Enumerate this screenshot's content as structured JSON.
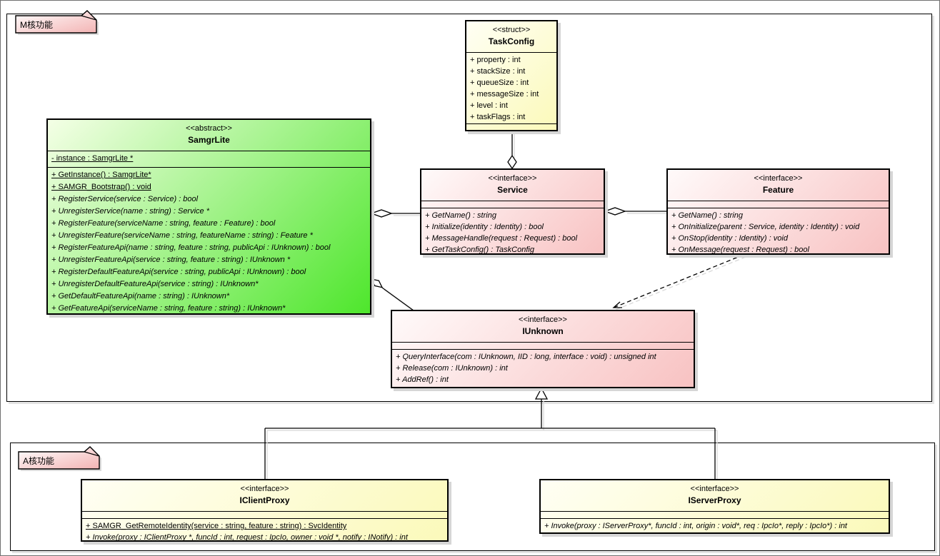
{
  "diagram": {
    "title": "SAMGR UML class diagram",
    "colors": {
      "green_from": "#f4ffe6",
      "green_to": "#4ee62c",
      "pink_from": "#fffafa",
      "pink_to": "#f8c2c2",
      "yellow_from": "#fffff4",
      "yellow_to": "#fbf9ba",
      "note_from": "#ffffff",
      "note_to": "#f3b4b4",
      "border": "#000000",
      "shadow": "#d6d6d6"
    },
    "frames": {
      "m": {
        "note_label": "M核功能"
      },
      "a": {
        "note_label": "A核功能"
      }
    },
    "classes": {
      "taskConfig": {
        "stereotype": "<<struct>>",
        "name": "TaskConfig",
        "attributes": [
          {
            "text": "+ property : int",
            "style": "plain"
          },
          {
            "text": "+ stackSize : int",
            "style": "plain"
          },
          {
            "text": "+ queueSize : int",
            "style": "plain"
          },
          {
            "text": "+ messageSize : int",
            "style": "plain"
          },
          {
            "text": "+ level : int",
            "style": "plain"
          },
          {
            "text": "+ taskFlags : int",
            "style": "plain"
          }
        ],
        "methods": []
      },
      "samgrLite": {
        "stereotype": "<<abstract>>",
        "name": "SamgrLite",
        "attributes": [
          {
            "text": "- instance : SamgrLite *",
            "style": "static"
          }
        ],
        "methods": [
          {
            "text": "+ GetInstance() : SamgrLite*",
            "style": "static"
          },
          {
            "text": "+ SAMGR_Bootstrap() : void",
            "style": "static"
          },
          {
            "text": "+ RegisterService(service : Service) : bool",
            "style": "abstract"
          },
          {
            "text": "+ UnregisterService(name : string) : Service *",
            "style": "abstract"
          },
          {
            "text": "+ RegisterFeature(serviceName : string, feature : Feature) : bool",
            "style": "abstract"
          },
          {
            "text": "+ UnregisterFeature(serviceName : string, featureName : string) : Feature *",
            "style": "abstract"
          },
          {
            "text": "+ RegisterFeatureApi(name : string, feature : string, publicApi : IUnknown) : bool",
            "style": "abstract"
          },
          {
            "text": "+ UnregisterFeatureApi(service : string, feature : string) : IUnknown *",
            "style": "abstract"
          },
          {
            "text": "+ RegisterDefaultFeatureApi(service : string, publicApi : IUnknown) : bool",
            "style": "abstract"
          },
          {
            "text": "+ UnregisterDefaultFeatureApi(service : string) : IUnknown*",
            "style": "abstract"
          },
          {
            "text": "+ GetDefaultFeatureApi(name : string) : IUnknown*",
            "style": "abstract"
          },
          {
            "text": "+ GetFeatureApi(serviceName : string, feature : string) : IUnknown*",
            "style": "abstract"
          }
        ]
      },
      "service": {
        "stereotype": "<<interface>>",
        "name": "Service",
        "attributes": [],
        "methods": [
          {
            "text": "+ GetName() : string",
            "style": "abstract"
          },
          {
            "text": "+ Initialize(identity : Identity) : bool",
            "style": "abstract"
          },
          {
            "text": "+ MessageHandle(request : Request) : bool",
            "style": "abstract"
          },
          {
            "text": "+ GetTaskConfig() : TaskConfig",
            "style": "abstract"
          }
        ]
      },
      "feature": {
        "stereotype": "<<interface>>",
        "name": "Feature",
        "attributes": [],
        "methods": [
          {
            "text": "+ GetName() : string",
            "style": "abstract"
          },
          {
            "text": "+ OnInitialize(parent : Service, identity : Identity) : void",
            "style": "abstract"
          },
          {
            "text": "+ OnStop(identity : Identity) : void",
            "style": "abstract"
          },
          {
            "text": "+ OnMessage(request : Request) : bool",
            "style": "abstract"
          }
        ]
      },
      "iUnknown": {
        "stereotype": "<<interface>>",
        "name": "IUnknown",
        "attributes": [],
        "methods": [
          {
            "text": "+ QueryInterface(com : IUnknown, IID : long, interface : void) : unsigned int",
            "style": "abstract"
          },
          {
            "text": "+ Release(com : IUnknown) : int",
            "style": "abstract"
          },
          {
            "text": "+ AddRef() : int",
            "style": "abstract"
          }
        ]
      },
      "iClientProxy": {
        "stereotype": "<<interface>>",
        "name": "IClientProxy",
        "attributes": [],
        "methods": [
          {
            "text": "+ SAMGR_GetRemoteIdentity(service : string, feature : string) : SvcIdentity",
            "style": "static"
          },
          {
            "text": "+ Invoke(proxy : IClientProxy *, funcId : int, request : IpcIo, owner : void *, notify : INotify) : int",
            "style": "abstract"
          }
        ]
      },
      "iServerProxy": {
        "stereotype": "<<interface>>",
        "name": "IServerProxy",
        "attributes": [],
        "methods": [
          {
            "text": "+ Invoke(proxy : IServerProxy*, funcId : int, origin : void*, req : IpcIo*, reply : IpcIo*) : int",
            "style": "abstract"
          }
        ]
      }
    },
    "relationships": [
      {
        "from": "Service",
        "to": "TaskConfig",
        "type": "aggregation"
      },
      {
        "from": "SamgrLite",
        "to": "Service",
        "type": "aggregation"
      },
      {
        "from": "Service",
        "to": "Feature",
        "type": "aggregation"
      },
      {
        "from": "SamgrLite",
        "to": "IUnknown",
        "type": "aggregation"
      },
      {
        "from": "Feature",
        "to": "IUnknown",
        "type": "dependency"
      },
      {
        "from": "IClientProxy",
        "to": "IUnknown",
        "type": "generalization"
      },
      {
        "from": "IServerProxy",
        "to": "IUnknown",
        "type": "generalization"
      }
    ]
  }
}
